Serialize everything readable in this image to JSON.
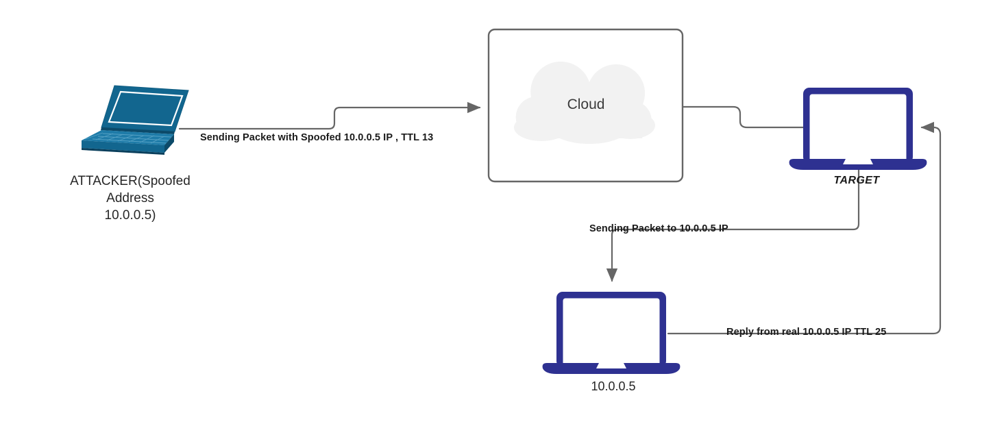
{
  "diagram": {
    "title": "IP Spoofing TTL Analysis Network Diagram",
    "background": "#ffffff",
    "colors": {
      "attacker_device": "#12668F",
      "attacker_device_light": "#1E7BA8",
      "network_device": "#2E3191",
      "cloud_fill": "#F2F2F2",
      "box_stroke": "#666666",
      "connector_stroke": "#666666",
      "label_text": "#1a1a1a"
    }
  },
  "nodes": {
    "attacker": {
      "icon": "laptop-isometric-icon",
      "label_lines": "ATTACKER(Spoofed\nAddress\n10.0.0.5)",
      "label_text": "ATTACKER(Spoofed Address 10.0.0.5)"
    },
    "cloud": {
      "container": "rounded-rectangle",
      "icon": "cloud-icon",
      "label": "Cloud"
    },
    "target": {
      "icon": "laptop-front-icon",
      "label": "TARGET"
    },
    "victim": {
      "icon": "laptop-front-icon",
      "label": "10.0.0.5"
    }
  },
  "edges": {
    "attacker_to_cloud": {
      "label": "Sending Packet with Spoofed 10.0.0.5 IP , TTL 13",
      "from": "attacker",
      "to": "cloud",
      "arrow": "end"
    },
    "cloud_to_target": {
      "label": "",
      "from": "cloud",
      "to": "target",
      "arrow": "none"
    },
    "target_to_victim": {
      "label": "Sending Packet to 10.0.0.5 IP",
      "from": "target",
      "to": "victim",
      "arrow": "end"
    },
    "victim_to_target": {
      "label": "Reply from real 10.0.0.5 IP TTL 25",
      "from": "victim",
      "to": "target",
      "arrow": "end"
    }
  }
}
